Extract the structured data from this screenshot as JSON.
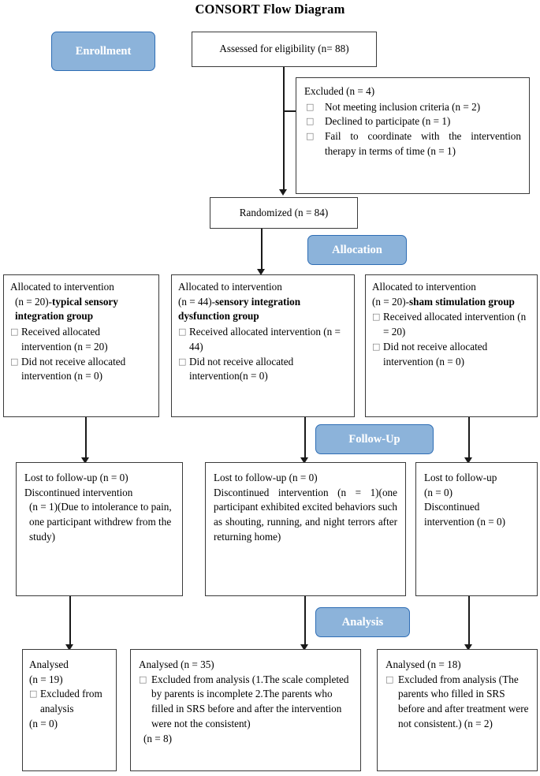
{
  "title": "CONSORT Flow Diagram",
  "colors": {
    "pill_fill": "#8CB3DA",
    "pill_border": "#2E6DB4",
    "pill_text": "#FFFFFF",
    "box_border": "#3A3A3A",
    "connector": "#1A1A1A"
  },
  "stage_labels": {
    "enrollment": "Enrollment",
    "allocation": "Allocation",
    "followup": "Follow-Up",
    "analysis": "Analysis"
  },
  "enrollment": {
    "assessed": "Assessed for eligibility (n= 88)",
    "excluded_title": "Excluded    (n = 4)",
    "excluded_items": [
      "Not meeting inclusion criteria (n = 2)",
      "Declined to participate (n = 1)",
      "Fail to coordinate with the intervention therapy in terms of time (n = 1)"
    ],
    "randomized": "Randomized (n = 84)"
  },
  "allocation": [
    {
      "line1": "Allocated to intervention",
      "line2_plain": "(n = 20)-",
      "line2_bold": "typical sensory integration group",
      "items": [
        "Received allocated intervention (n = 20)",
        "Did not receive allocated intervention (n = 0)"
      ]
    },
    {
      "line1": "Allocated to intervention",
      "line2_plain": "(n = 44)-",
      "line2_bold": "sensory integration dysfunction group",
      "items": [
        "Received allocated intervention (n = 44)",
        "Did not receive allocated intervention(n = 0)"
      ]
    },
    {
      "line1": "Allocated to intervention",
      "line2_plain": "(n = 20)-",
      "line2_bold": "sham stimulation group",
      "items": [
        "Received allocated intervention (n = 20)",
        "Did not receive allocated intervention (n = 0)"
      ]
    }
  ],
  "followup": [
    {
      "lost": "Lost to follow-up (n = 0)",
      "discontinued": "Discontinued intervention",
      "detail": "(n = 1)(Due to intolerance to pain, one participant withdrew from the study)"
    },
    {
      "lost": "Lost to follow-up (n = 0)",
      "discontinued": "Discontinued intervention (n = 1)(one participant exhibited excited behaviors such as shouting, running, and night terrors after returning home)",
      "detail": ""
    },
    {
      "lost": "Lost to follow-up",
      "lost_n": "(n = 0)",
      "discontinued": "Discontinued",
      "detail": "intervention    (n = 0)"
    }
  ],
  "analysis": [
    {
      "analysed": "Analysed",
      "analysed_n": "(n = 19)",
      "excluded": "Excluded from analysis",
      "excluded_n": "(n = 0)"
    },
    {
      "analysed": "Analysed    (n = 35)",
      "excluded": "Excluded from analysis (1.The scale completed by parents is incomplete 2.The parents who filled in SRS before and after the intervention were not the consistent)",
      "excluded_n": "(n = 8)"
    },
    {
      "analysed": "Analysed    (n = 18)",
      "excluded": "Excluded from analysis (The parents who filled in SRS before and after treatment were not consistent.) (n = 2)",
      "excluded_n": ""
    }
  ],
  "icons": {
    "bullet": "□",
    "arrow": "arrow-down-icon"
  }
}
